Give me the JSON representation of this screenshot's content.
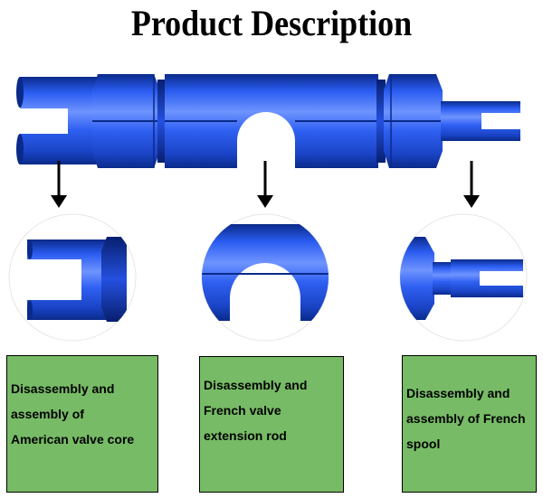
{
  "title": "Product Description",
  "colors": {
    "tool_blue": "#1f4fd6",
    "tool_highlight": "#6f94ff",
    "tool_shadow": "#0a2a8a",
    "box_green": "#77bb66",
    "box_border": "#000000"
  },
  "callouts": [
    {
      "lines": [
        "Disassembly and",
        "assembly of",
        "American valve core"
      ]
    },
    {
      "lines": [
        "Disassembly and",
        "French valve",
        "extension rod"
      ]
    },
    {
      "lines": [
        "Disassembly and",
        "assembly of French",
        "spool"
      ]
    }
  ]
}
